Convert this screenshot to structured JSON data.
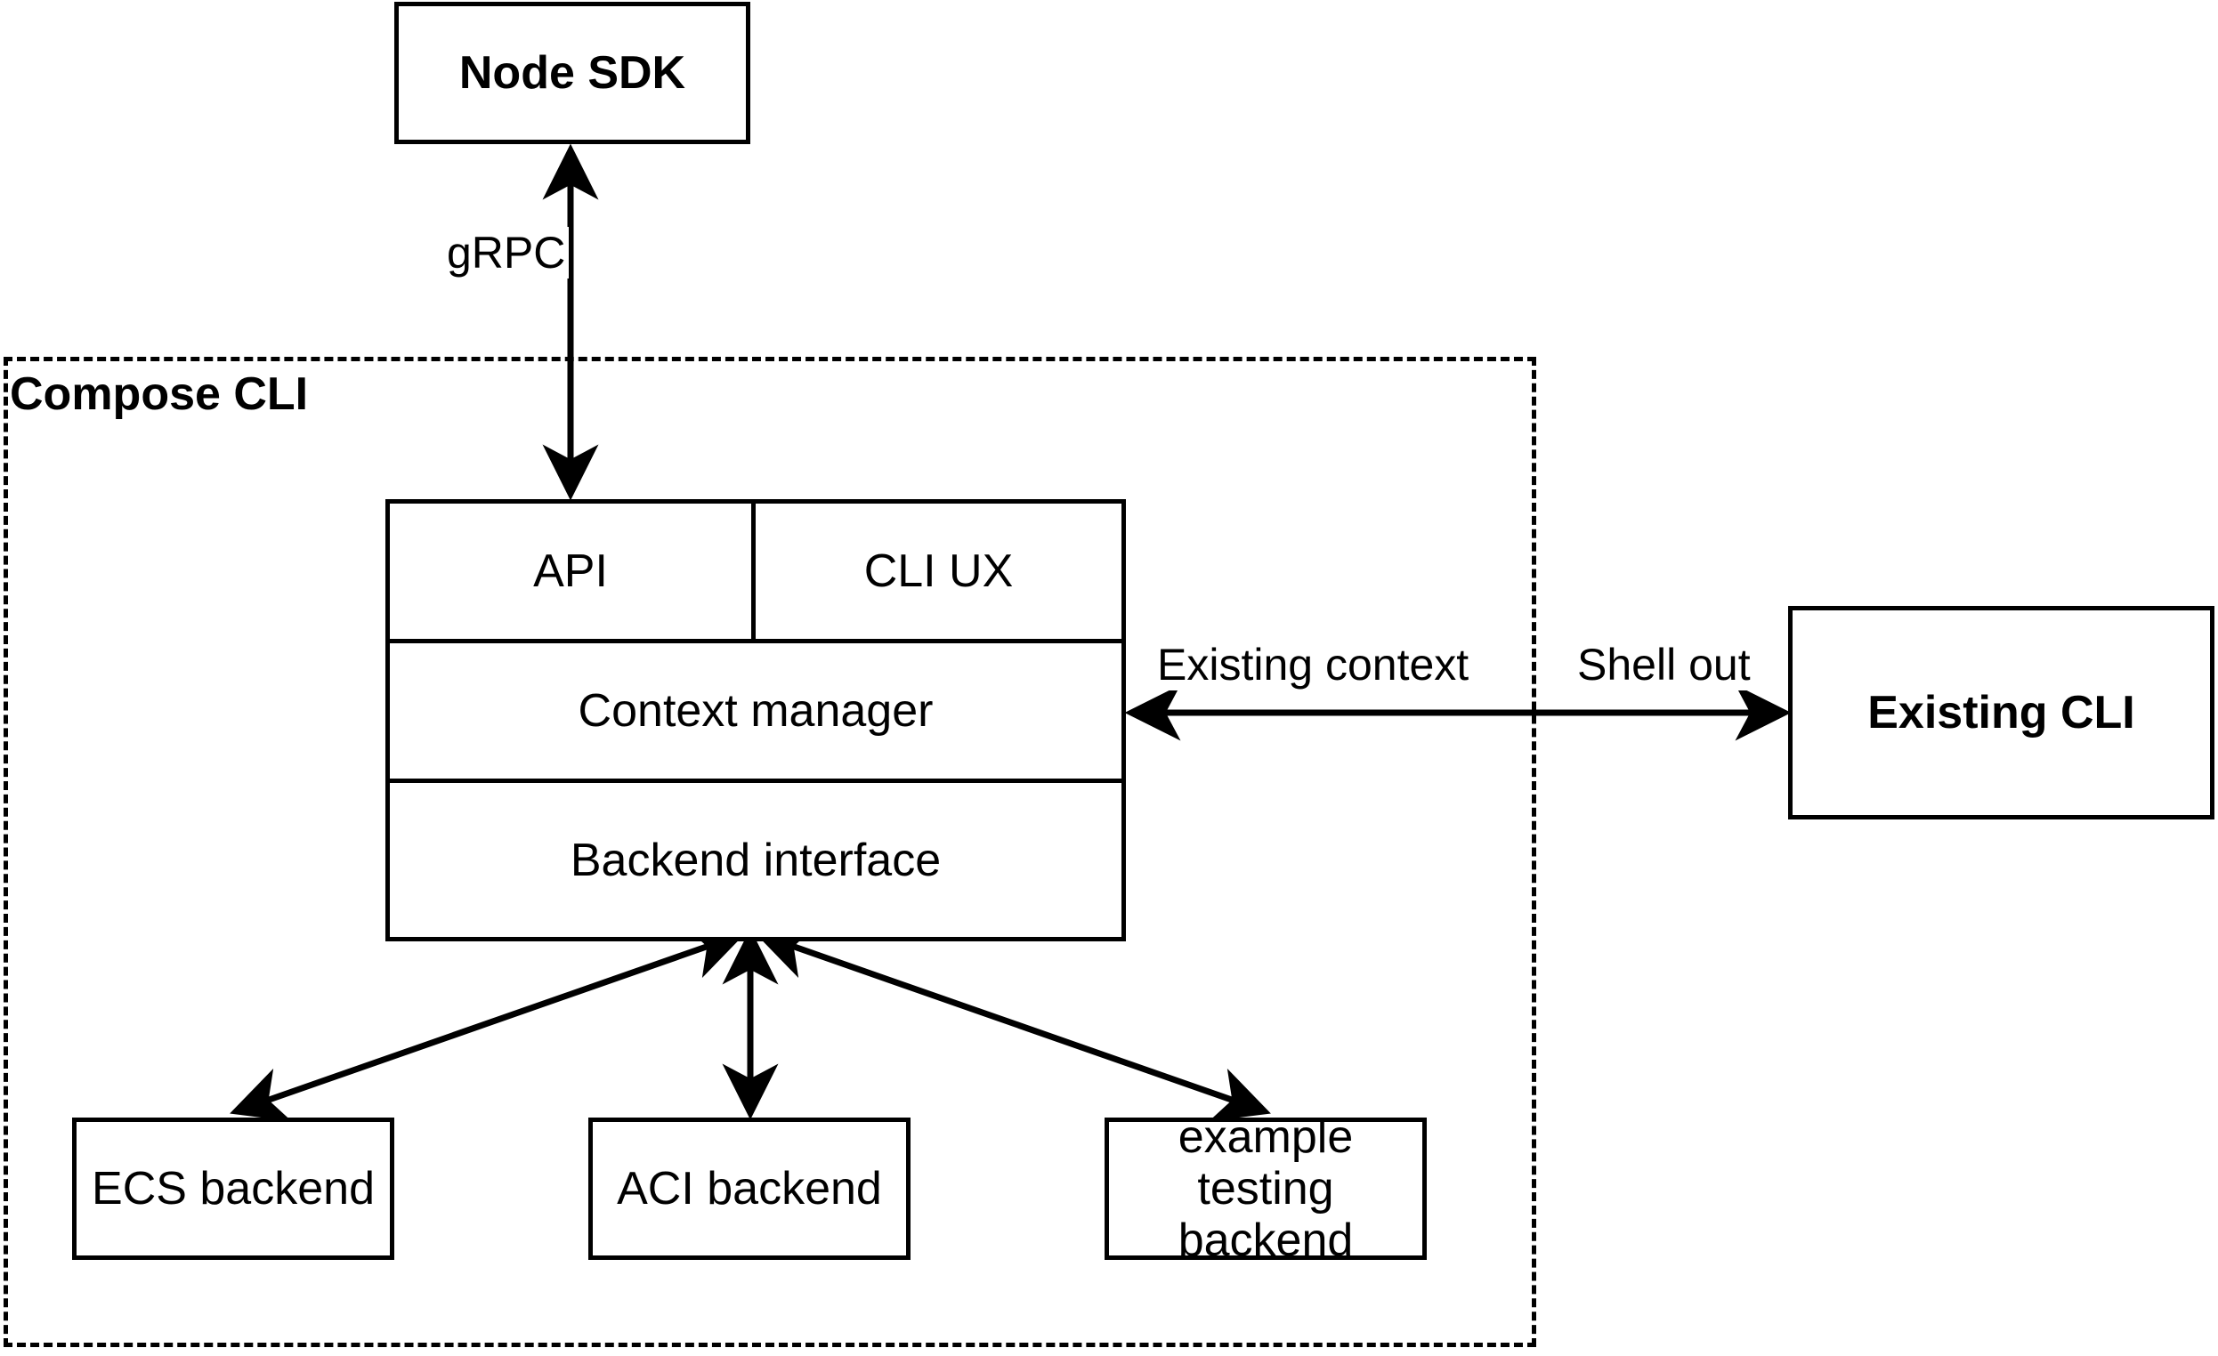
{
  "diagram": {
    "title": "Compose CLI architecture",
    "background_color": "#ffffff",
    "stroke_color": "#000000"
  },
  "boundary": {
    "label": "Compose CLI",
    "style": "dashed"
  },
  "nodes": {
    "node_sdk": {
      "label": "Node SDK"
    },
    "existing_cli": {
      "label": "Existing CLI"
    },
    "api": {
      "label": "API"
    },
    "cli_ux": {
      "label": "CLI UX"
    },
    "context_manager": {
      "label": "Context manager"
    },
    "backend_interface": {
      "label": "Backend interface"
    },
    "ecs_backend": {
      "label": "ECS backend"
    },
    "aci_backend": {
      "label": "ACI backend"
    },
    "example_testing_backend_line1": "example testing",
    "example_testing_backend_line2": "backend"
  },
  "edges": {
    "grpc": {
      "label": "gRPC",
      "direction": "bidirectional"
    },
    "existing_context": {
      "label": "Existing context",
      "direction": "left"
    },
    "shell_out": {
      "label": "Shell out",
      "direction": "right"
    },
    "to_ecs": {
      "label": "",
      "direction": "bidirectional"
    },
    "to_aci": {
      "label": "",
      "direction": "bidirectional"
    },
    "to_example": {
      "label": "",
      "direction": "bidirectional"
    }
  }
}
